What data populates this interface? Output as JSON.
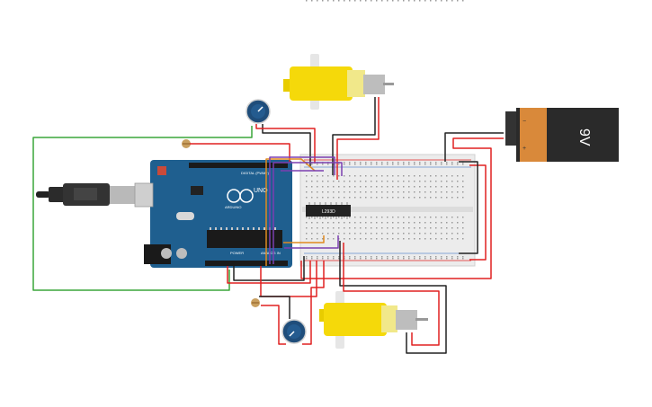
{
  "arduino": {
    "brand": "ARDUINO",
    "model": "UNO",
    "digital_label": "DIGITAL (PWM~)",
    "power_label": "POWER",
    "analog_label": "ANALOG IN",
    "board_color": "#1f5f8f"
  },
  "driver_chip": {
    "label": "L293D"
  },
  "battery": {
    "voltage_label": "9V",
    "minus_label": "−",
    "plus_label": "+"
  },
  "colors": {
    "wire_red": "#e02020",
    "wire_black": "#222222",
    "wire_green": "#3aa53a",
    "wire_purple": "#7b3fb0",
    "wire_orange": "#e08a1e",
    "motor_yellow": "#f5d90a",
    "battery_orange": "#d9893a"
  },
  "components": [
    "arduino-uno",
    "breadboard",
    "l293d-driver",
    "dc-motor-top",
    "dc-motor-bottom",
    "potentiometer-top",
    "potentiometer-bottom",
    "photoresistor-top",
    "photoresistor-bottom",
    "battery-9v",
    "usb-cable"
  ]
}
